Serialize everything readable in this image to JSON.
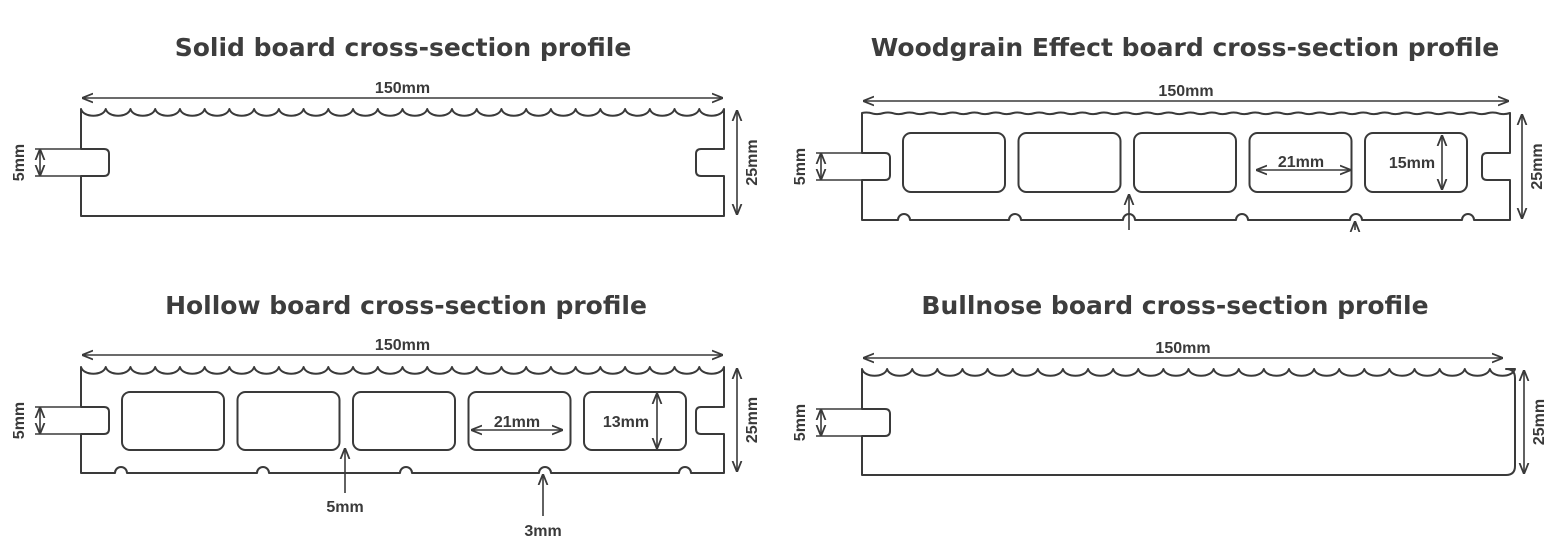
{
  "panels": [
    {
      "id": "solid",
      "title": "Solid board cross-section profile",
      "width_label": "150mm",
      "height_label": "25mm",
      "groove_label": "5mm"
    },
    {
      "id": "woodgrain",
      "title": "Woodgrain Effect board cross-section profile",
      "width_label": "150mm",
      "height_label": "25mm",
      "groove_label": "5mm",
      "cavity_width_label": "21mm",
      "cavity_height_label": "15mm"
    },
    {
      "id": "hollow",
      "title": "Hollow board cross-section profile",
      "width_label": "150mm",
      "height_label": "25mm",
      "groove_label": "5mm",
      "cavity_width_label": "21mm",
      "cavity_height_label": "13mm",
      "web_label": "5mm",
      "wall_label": "3mm"
    },
    {
      "id": "bullnose",
      "title": "Bullnose board cross-section profile",
      "width_label": "150mm",
      "height_label": "25mm",
      "groove_label": "5mm"
    }
  ],
  "colors": {
    "line": "#3a3a3a",
    "title": "#3d3d3d",
    "background": "#ffffff"
  }
}
